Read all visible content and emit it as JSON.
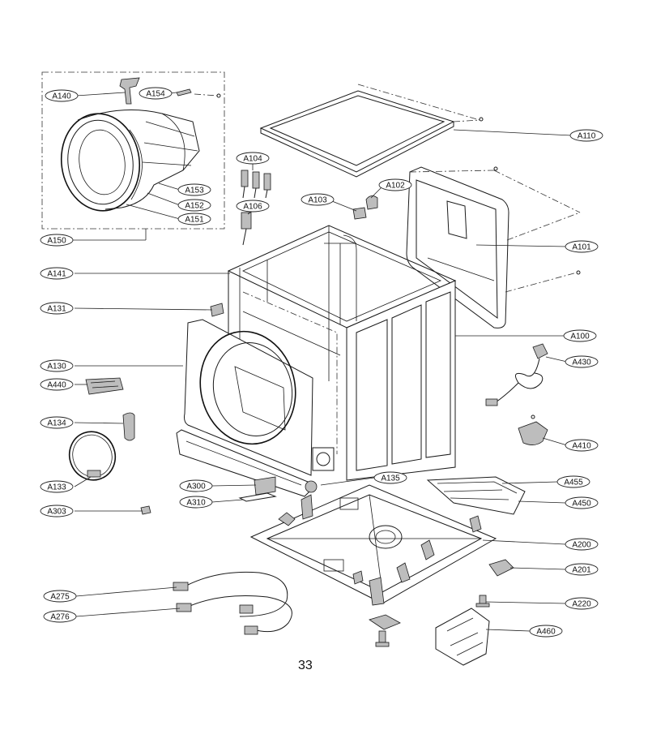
{
  "page_number": "33",
  "labels": [
    {
      "text": "A140"
    },
    {
      "text": "A154"
    },
    {
      "text": "A153"
    },
    {
      "text": "A152"
    },
    {
      "text": "A151"
    },
    {
      "text": "A150"
    },
    {
      "text": "A104"
    },
    {
      "text": "A106"
    },
    {
      "text": "A103"
    },
    {
      "text": "A102"
    },
    {
      "text": "A110"
    },
    {
      "text": "A101"
    },
    {
      "text": "A141"
    },
    {
      "text": "A131"
    },
    {
      "text": "A100"
    },
    {
      "text": "A130"
    },
    {
      "text": "A430"
    },
    {
      "text": "A440"
    },
    {
      "text": "A134"
    },
    {
      "text": "A410"
    },
    {
      "text": "A133"
    },
    {
      "text": "A135"
    },
    {
      "text": "A455"
    },
    {
      "text": "A300"
    },
    {
      "text": "A310"
    },
    {
      "text": "A450"
    },
    {
      "text": "A303"
    },
    {
      "text": "A200"
    },
    {
      "text": "A201"
    },
    {
      "text": "A275"
    },
    {
      "text": "A220"
    },
    {
      "text": "A276"
    },
    {
      "text": "A460"
    }
  ]
}
